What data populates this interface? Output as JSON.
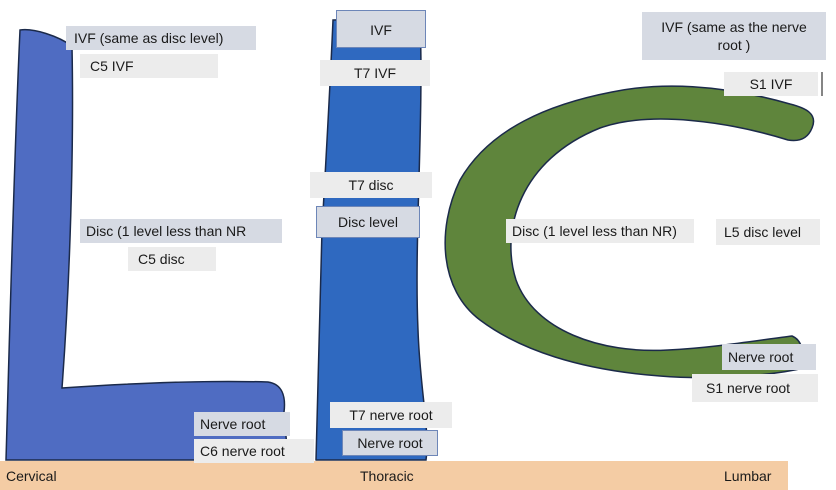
{
  "colors": {
    "cervical_shape": "#4f6cc2",
    "thoracic_shape": "#2f69c0",
    "lumbar_shape": "#5f853c",
    "baseline": "#f4cca4",
    "label_gray": "#d6dae3",
    "label_light": "#ececec"
  },
  "cervical": {
    "ivf_rule": "IVF (same as disc level)",
    "ivf_example": "C5 IVF",
    "disc_rule": "Disc (1 level less than NR",
    "disc_example": "C5 disc",
    "root_rule": "Nerve root",
    "root_example": "C6 nerve root"
  },
  "thoracic": {
    "ivf_rule": "IVF",
    "ivf_example": "T7 IVF",
    "disc_example": "T7 disc",
    "disc_rule": "Disc level",
    "root_example": "T7 nerve root",
    "root_rule": "Nerve root"
  },
  "lumbar": {
    "ivf_rule_line1": "IVF (same as the nerve",
    "ivf_rule_line2": "root )",
    "ivf_example": "S1 IVF",
    "disc_rule": "Disc (1 level less than NR)",
    "disc_example": "L5 disc level",
    "root_rule": "Nerve root",
    "root_example": "S1 nerve root"
  },
  "axis": {
    "left": "Cervical",
    "middle": "Thoracic",
    "right": "Lumbar"
  }
}
